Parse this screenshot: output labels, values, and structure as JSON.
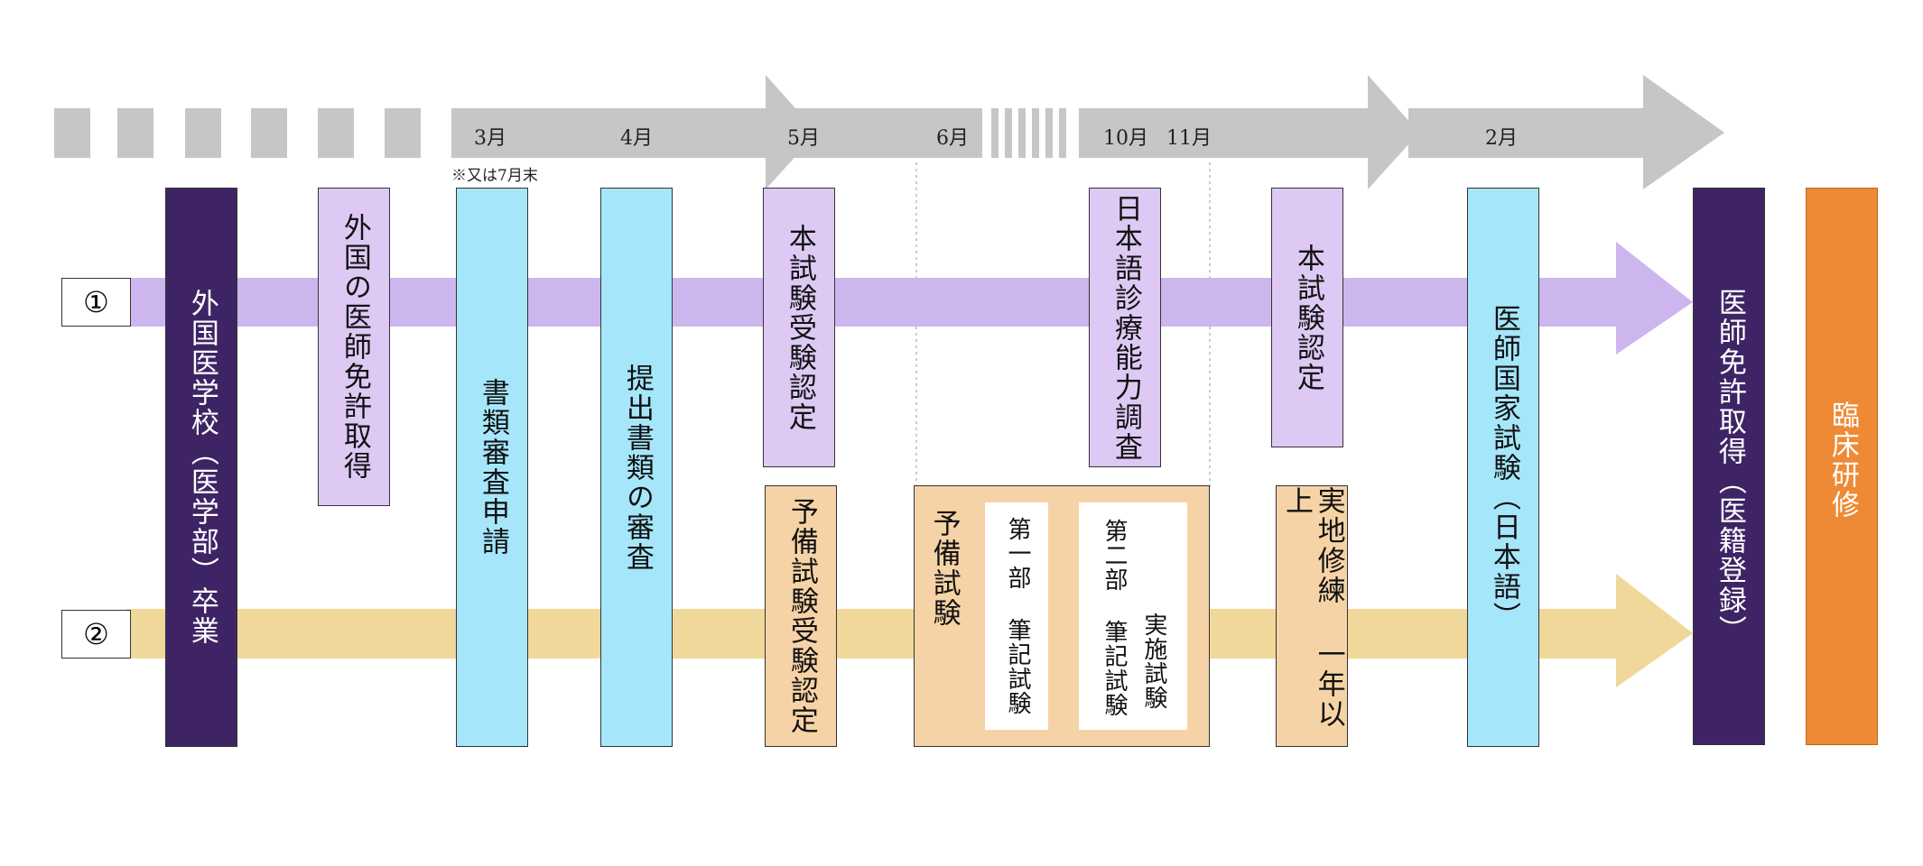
{
  "timeline": {
    "months": [
      "3月",
      "4月",
      "5月",
      "6月",
      "10月",
      "11月",
      "2月"
    ],
    "note": "※又は7月末",
    "color": "#c6c6c6"
  },
  "routes": {
    "route1": {
      "label": "①",
      "color": "#cdb6ee"
    },
    "route2": {
      "label": "②",
      "color": "#f0d89a"
    }
  },
  "steps": {
    "graduation": "外国医学校（医学部）卒業",
    "foreign_license": "外国の医師免許取得",
    "application": "書類審査申請",
    "review": "提出書類の審査",
    "main_exam_cert": "本試験受験認定",
    "japanese_check": "日本語診療能力調査",
    "main_exam_cert_2": "本試験認定",
    "prelim_cert": "予備試験受験認定",
    "prelim_exam": {
      "title": "予備試験",
      "part1": "第一部 筆記試験",
      "part2_a": "第二部 筆記試験",
      "part2_b": "実施試験"
    },
    "training": "実地修練 一年以上",
    "national_exam": "医師国家試験（日本語）",
    "license": "医師免許取得（医籍登録）",
    "clinical_training": "臨床研修"
  },
  "colors": {
    "dark_purple": "#3f2465",
    "lavender": "#ddc9f4",
    "cyan": "#a6e6fb",
    "peach": "#f6d3a6",
    "orange": "#ee8a35"
  }
}
